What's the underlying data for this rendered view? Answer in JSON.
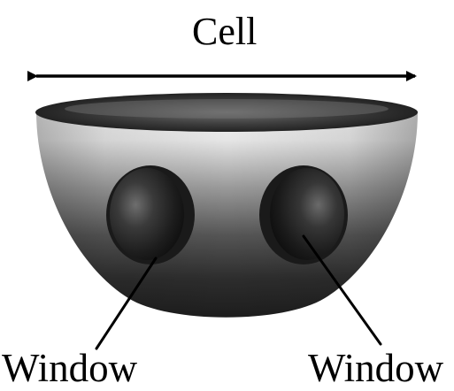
{
  "diagram": {
    "title_label": "Cell",
    "left_window_label": "Window",
    "right_window_label": "Window",
    "object": "hemispherical-cell",
    "colors": {
      "ink": "#000000",
      "background": "#ffffff",
      "cell_dark": "#1f1f1f",
      "cell_light": "#e9e9e9"
    }
  }
}
